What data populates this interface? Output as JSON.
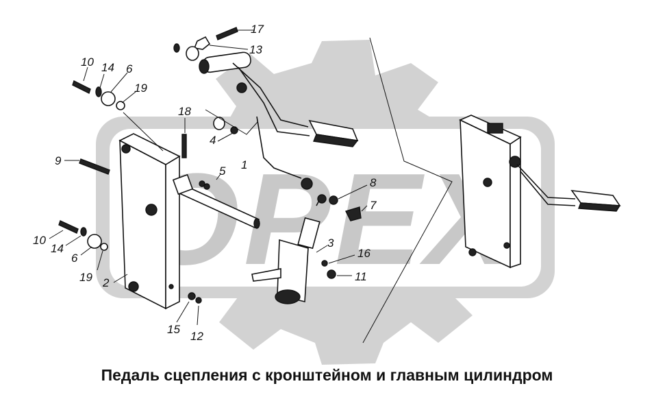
{
  "caption": "Педаль сцепления с кронштейном и главным цилиндром",
  "watermark": {
    "text": "OPEX",
    "color": "#c8c8c8"
  },
  "callouts": {
    "c17": "17",
    "c13": "13",
    "c10a": "10",
    "c14a": "14",
    "c6a": "6",
    "c19a": "19",
    "c18": "18",
    "c4": "4",
    "c1": "1",
    "c5": "5",
    "c9": "9",
    "c8": "8",
    "c7": "7",
    "c3": "3",
    "c10b": "10",
    "c14b": "14",
    "c6b": "6",
    "c19b": "19",
    "c2": "2",
    "c16": "16",
    "c11": "11",
    "c15": "15",
    "c12": "12"
  }
}
